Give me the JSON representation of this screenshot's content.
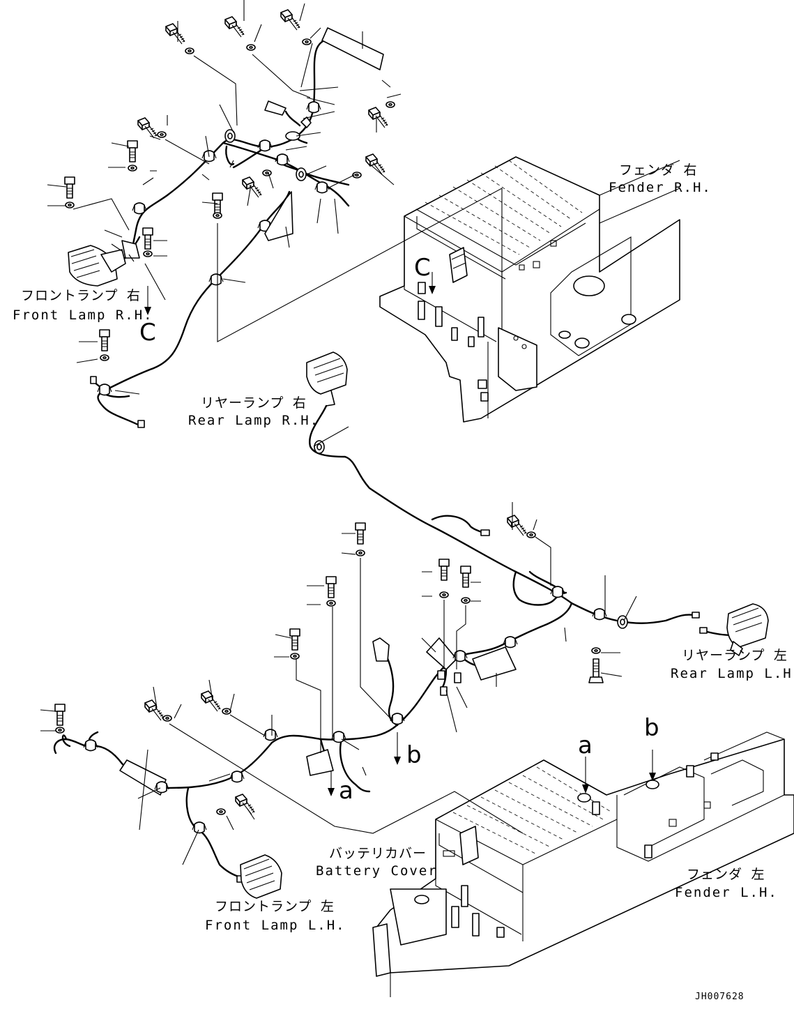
{
  "labels": {
    "fender_rh_jp": "フェンダ 右",
    "fender_rh_en": "Fender R.H.",
    "front_lamp_rh_jp": "フロントランプ 右",
    "front_lamp_rh_en": "Front Lamp R.H.",
    "rear_lamp_rh_jp": "リヤーランプ 右",
    "rear_lamp_rh_en": "Rear Lamp R.H.",
    "rear_lamp_lh_jp": "リヤーランプ 左",
    "rear_lamp_lh_en": "Rear Lamp L.H.",
    "battery_cover_jp": "バッテリカバー",
    "battery_cover_en": "Battery Cover",
    "fender_lh_jp": "フェンダ 左",
    "fender_lh_en": "Fender L.H.",
    "front_lamp_lh_jp": "フロントランプ 左",
    "front_lamp_lh_en": "Front Lamp L.H."
  },
  "refs": {
    "c": "C",
    "a": "a",
    "b": "b"
  },
  "drawing_code": "JH007628"
}
